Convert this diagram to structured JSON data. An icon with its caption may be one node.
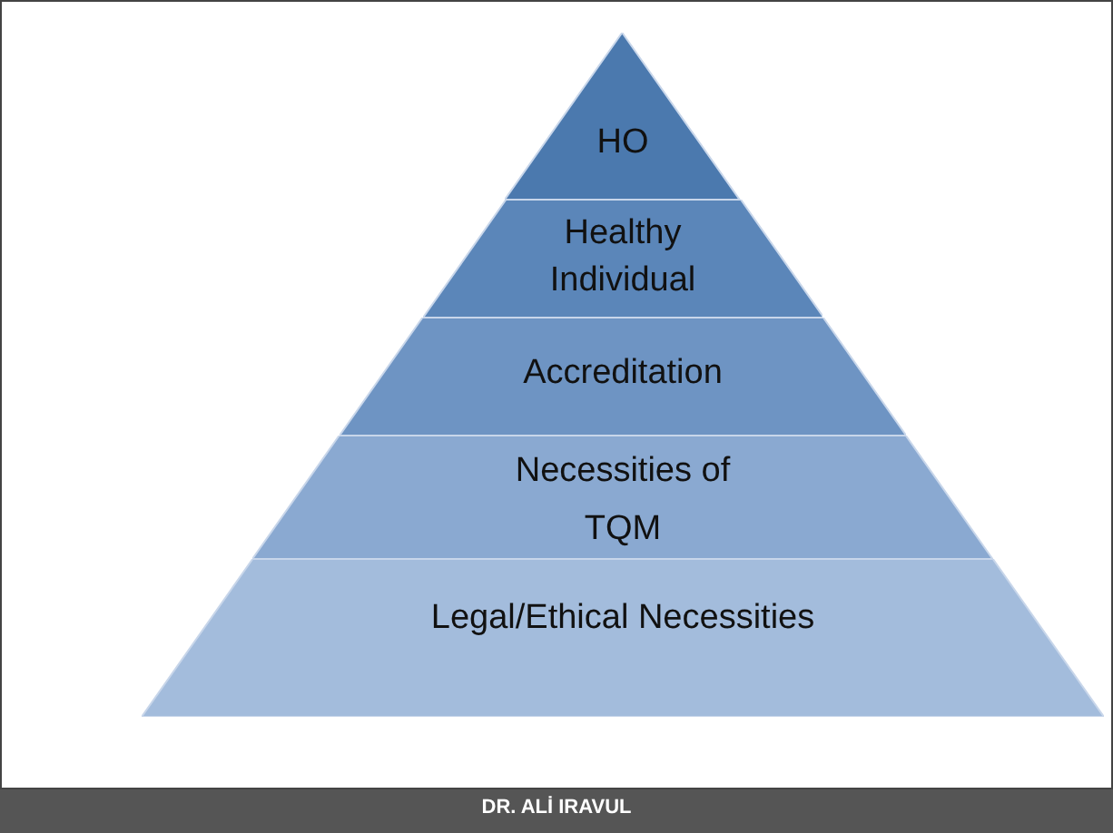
{
  "diagram": {
    "nodes": [
      {
        "text": [
          "HO"
        ]
      },
      {
        "text": [
          "Healthy Individual"
        ]
      },
      {
        "text": [
          "Accreditation"
        ]
      },
      {
        "text": [
          "Necessities of TQM"
        ]
      },
      {
        "text": [
          "Legal/Ethical Necessities"
        ]
      }
    ],
    "labels": [
      "DR. ALİ IRAVUL"
    ]
  }
}
